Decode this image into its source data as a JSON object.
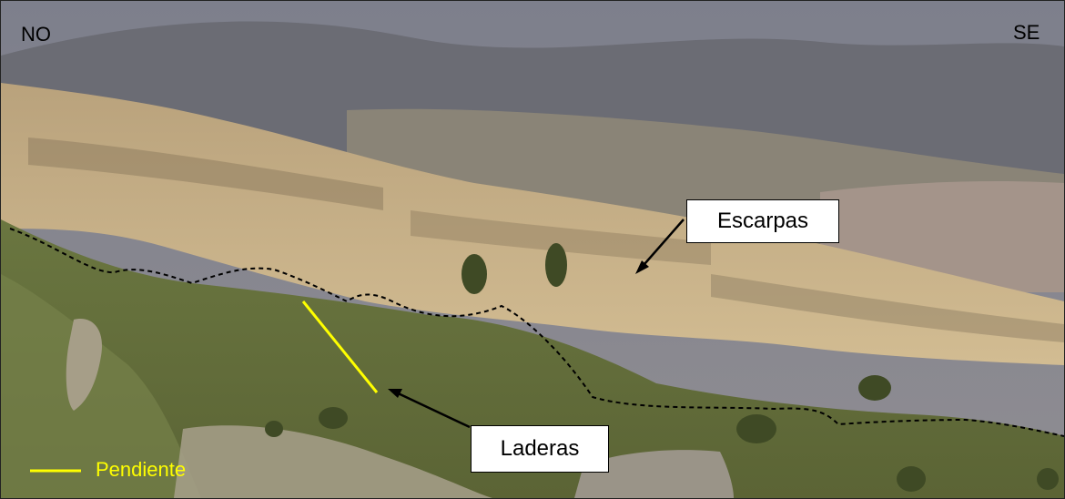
{
  "orientation": {
    "left": "NO",
    "right": "SE"
  },
  "callouts": {
    "cliffs": "Escarpas",
    "slopes": "Laderas"
  },
  "legend": {
    "label": "Pendiente",
    "color": "#ffff00"
  },
  "colors": {
    "sky_haze": "#a9b0b8",
    "far_hills": "#6d6f7a",
    "cliff_rock": "#cdb48a",
    "vegetation": "#6e7a3f",
    "foreground_soil": "#a39c86",
    "boundary_line": "#000000"
  }
}
